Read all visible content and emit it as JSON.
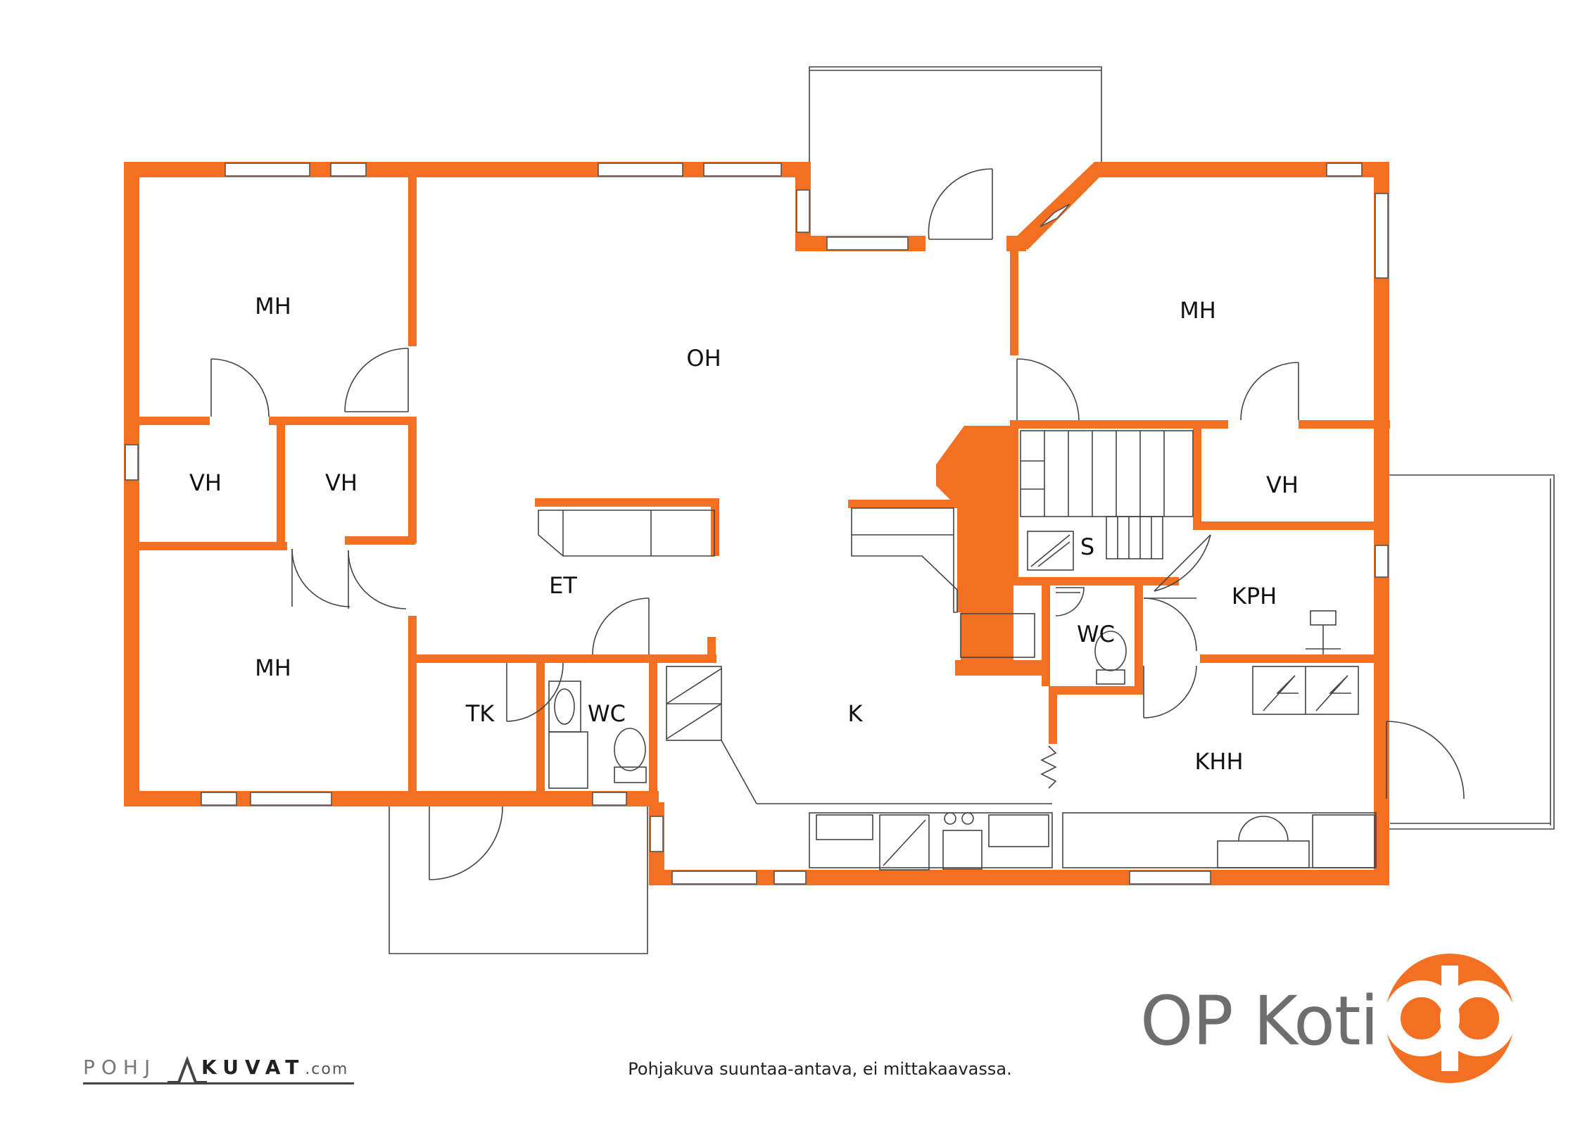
{
  "rooms": [
    {
      "id": "mh1",
      "label": "MH"
    },
    {
      "id": "vh1",
      "label": "VH"
    },
    {
      "id": "vh2",
      "label": "VH"
    },
    {
      "id": "mh2",
      "label": "MH"
    },
    {
      "id": "oh",
      "label": "OH"
    },
    {
      "id": "et",
      "label": "ET"
    },
    {
      "id": "tk",
      "label": "TK"
    },
    {
      "id": "wc1",
      "label": "WC"
    },
    {
      "id": "k",
      "label": "K"
    },
    {
      "id": "mh3",
      "label": "MH"
    },
    {
      "id": "vh3",
      "label": "VH"
    },
    {
      "id": "s",
      "label": "S"
    },
    {
      "id": "wc2",
      "label": "WC"
    },
    {
      "id": "kph",
      "label": "KPH"
    },
    {
      "id": "khh",
      "label": "KHH"
    }
  ],
  "footer": {
    "note": "Pohjakuva suuntaa-antava, ei mittakaavassa."
  },
  "brand": {
    "text": "OP Koti",
    "logo_color": "#f36f21",
    "logo_icon": "op-logo-icon"
  },
  "credit": {
    "left": "POHJ",
    "right": "KUVAT",
    "suffix": ".com"
  },
  "colors": {
    "wall": "#f36f21",
    "line": "#444444"
  }
}
